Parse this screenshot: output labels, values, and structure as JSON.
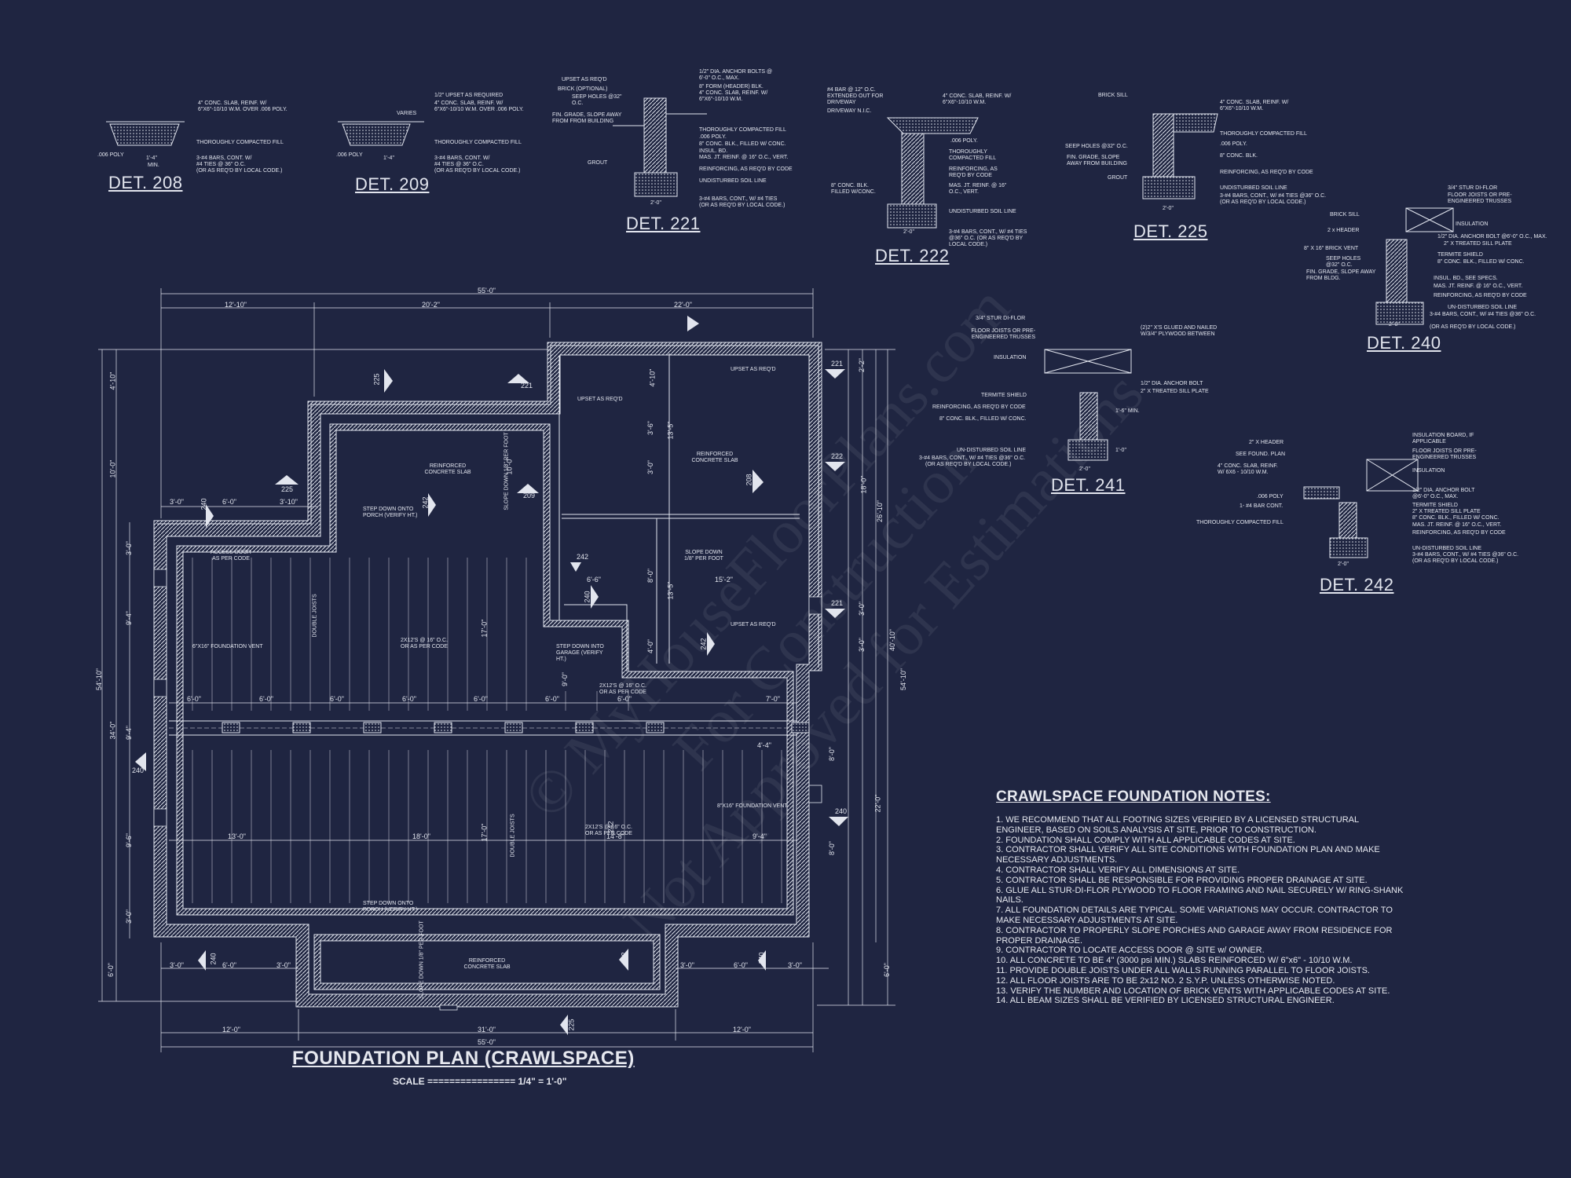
{
  "colors": {
    "background": "#1f2541",
    "lines": "#e2e5ee"
  },
  "watermark": [
    "© MyHouseFloorPlans.com",
    "For Construction",
    "Not Approved for Estimations"
  ],
  "details": [
    {
      "id": "det208",
      "title": "DET. 208",
      "notes": [
        "4\" CONC. SLAB, REINF. W/",
        "6\"X6\"-10/10 W.M. OVER .006 POLY.",
        "THOROUGHLY COMPACTED FILL",
        "3-#4 BARS, CONT. W/",
        "#4 TIES @ 36\" O.C.",
        "(OR AS REQ'D BY LOCAL CODE.)",
        ".006 POLY",
        "1'-4\"",
        "MIN."
      ]
    },
    {
      "id": "det209",
      "title": "DET. 209",
      "notes": [
        "1/2\" UPSET AS REQUIRED",
        "4\" CONC. SLAB, REINF. W/",
        "6\"X6\"-10/10 W.M. OVER .006 POLY.",
        "VARIES",
        "THOROUGHLY COMPACTED FILL",
        "3-#4 BARS, CONT. W/",
        "#4 TIES @ 36\" O.C.",
        "(OR AS REQ'D BY LOCAL CODE.)",
        ".006 POLY",
        "1'-4\""
      ]
    },
    {
      "id": "det221",
      "title": "DET. 221",
      "notes": [
        "UPSET AS REQ'D",
        "BRICK (OPTIONAL)",
        "SEEP HOLES @32\" O.C.",
        "FIN. GRADE, SLOPE AWAY FROM FROM BUILDING",
        "GROUT",
        "1/2\" DIA. ANCHOR BOLTS @ 6'-0\" O.C., MAX.",
        "8\" FORM (HEADER) BLK.",
        "4\" CONC. SLAB, REINF. W/ 6\"X6\"-10/10 W.M.",
        "THOROUGHLY COMPACTED FILL",
        ".006 POLY.",
        "8\" CONC. BLK., FILLED W/ CONC.",
        "INSUL. BD.",
        "MAS. JT. REINF. @ 16\" O.C., VERT.",
        "REINFORCING, AS REQ'D BY CODE",
        "UNDISTURBED SOIL LINE",
        "3-#4 BARS, CONT., W/ #4 TIES",
        "(OR AS REQ'D BY LOCAL CODE.)",
        "2'-0\""
      ]
    },
    {
      "id": "det222",
      "title": "DET. 222",
      "notes": [
        "#4 BAR @ 12\" O.C. EXTENDED OUT FOR DRIVEWAY",
        "DRIVEWAY N.I.C.",
        "4\" CONC. SLAB, REINF. W/ 6\"X6\"-10/10 W.M.",
        ".006 POLY.",
        "THOROUGHLY COMPACTED FILL",
        "REINFORCING, AS REQ'D BY CODE",
        "MAS. JT. REINF. @ 16\" O.C., VERT.",
        "8\" CONC. BLK. FILLED W/CONC.",
        "UNDISTURBED SOIL LINE",
        "3-#4 BARS, CONT., W/ #4 TIES @36\" O.C. (OR AS REQ'D BY LOCAL CODE.)",
        "2'-0\""
      ]
    },
    {
      "id": "det225",
      "title": "DET. 225",
      "notes": [
        "BRICK SILL",
        "4\" CONC. SLAB, REINF. W/ 6\"X6\"-10/10 W.M.",
        "THOROUGHLY COMPACTED FILL",
        ".006 POLY.",
        "8\" CONC. BLK.",
        "SEEP HOLES @32\" O.C.",
        "FIN. GRADE, SLOPE AWAY FROM BUILDING",
        "GROUT",
        "REINFORCING, AS REQ'D BY CODE",
        "UNDISTURBED SOIL LINE",
        "3-#4 BARS, CONT., W/ #4 TIES @36\" O.C.",
        "(OR AS REQ'D BY LOCAL CODE.)",
        "2'-0\""
      ]
    },
    {
      "id": "det240",
      "title": "DET. 240",
      "notes": [
        "3/4\" STUR DI-FLOR",
        "FLOOR JOISTS OR PRE-ENGINEERED TRUSSES",
        "BRICK SILL",
        "INSULATION",
        "2 x HEADER",
        "1/2\" DIA. ANCHOR BOLT @6'-0\" O.C., MAX.",
        "2\" X TREATED SILL PLATE",
        "8\" X 16\" BRICK VENT",
        "TERMITE SHIELD",
        "8\" CONC. BLK., FILLED W/ CONC.",
        "SEEP HOLES @32\" O.C.",
        "FIN. GRADE, SLOPE AWAY FROM BLDG.",
        "INSUL. BD., SEE SPECS.",
        "MAS. JT. REINF. @ 16\" O.C., VERT.",
        "REINFORCING, AS REQ'D BY CODE",
        "UN-DISTURBED SOIL LINE",
        "3-#4 BARS, CONT., W/ #4 TIES @36\" O.C.",
        "(OR AS REQ'D BY LOCAL CODE.)",
        "2'-0\""
      ]
    },
    {
      "id": "det241",
      "title": "DET. 241",
      "notes": [
        "3/4\" STUR DI-FLOR",
        "FLOOR JOISTS OR PRE-ENGINEERED TRUSSES",
        "(2)2\" X'S GLUED AND NAILED W/3/4\" PLYWOOD BETWEEN",
        "INSULATION",
        "1/2\" DIA. ANCHOR BOLT",
        "2\" X TREATED SILL PLATE",
        "TERMITE SHIELD",
        "REINFORCING, AS REQ'D BY CODE",
        "8\" CONC. BLK., FILLED W/ CONC.",
        "1'-6\" MIN.",
        "UN-DISTURBED SOIL LINE",
        "3-#4 BARS, CONT., W/ #4 TIES @36\" O.C.",
        "(OR AS REQ'D BY LOCAL CODE.)",
        "2'-0\"",
        "1'-0\""
      ]
    },
    {
      "id": "det242",
      "title": "DET. 242",
      "notes": [
        "2\" X HEADER",
        "SEE FOUND. PLAN",
        "4\" CONC. SLAB, REINF. W/ 6X6 - 10/10 W.M.",
        ".006 POLY",
        "1- #4 BAR CONT.",
        "THOROUGHLY COMPACTED FILL",
        "INSULATION BOARD, IF APPLICABLE",
        "FLOOR JOISTS OR PRE-ENGINEERED TRUSSES",
        "INSULATION",
        "1/2\" DIA. ANCHOR BOLT @6'-0\" O.C., MAX.",
        "TERMITE SHIELD",
        "2\" X TREATED SILL PLATE",
        "8\" CONC. BLK., FILLED W/ CONC.",
        "MAS. JT. REINF. @ 16\" O.C., VERT.",
        "REINFORCING, AS REQ'D BY CODE",
        "UN-DISTURBED SOIL LINE",
        "3-#4 BARS, CONT., W/ #4 TIES @36\" O.C.",
        "(OR AS REQ'D BY LOCAL CODE.)",
        "2'-0\""
      ]
    }
  ],
  "plan": {
    "title": "FOUNDATION PLAN (CRAWLSPACE)",
    "scale": "SCALE ================ 1/4\" = 1'-0\"",
    "dims_top": [
      "55'-0\"",
      "12'-10\"",
      "20'-2\"",
      "22'-0\""
    ],
    "dims_bottom": [
      "12'-0\"",
      "31'-0\"",
      "12'-0\"",
      "55'-0\""
    ],
    "dims_left": [
      "4'-10\"",
      "10'-0\"",
      "54'-10\"",
      "3'-0\"",
      "9'-4\"",
      "34'-0\"",
      "9'-4\"",
      "9'-6\"",
      "3'-0\"",
      "6'-0\""
    ],
    "dims_right": [
      "2'-2\"",
      "18'-0\"",
      "26'-10\"",
      "40'-10\"",
      "54'-10\"",
      "3'-0\"",
      "3'-0\"",
      "22'-0\"",
      "8'-0\"",
      "8'-0\"",
      "6'-0\""
    ],
    "dims_interior": [
      "3'-0\"",
      "6'-0\"",
      "3'-10\"",
      "6'-0\"",
      "6'-0\"",
      "6'-0\"",
      "6'-0\"",
      "6'-0\"",
      "6'-0\"",
      "6'-0\"",
      "7'-0\"",
      "4'-4\"",
      "13'-0\"",
      "18'-0\"",
      "14'-8\"",
      "9'-4\"",
      "6'-6\"",
      "15'-2\"",
      "4'-10\"",
      "13'-5\"",
      "3'-6\"",
      "3'-0\"",
      "8'-0\"",
      "13'-5\"",
      "4'-0\"",
      "17'-0\"",
      "17'-0\"",
      "10'-0\"",
      "9'-0\"",
      "3'-0\"",
      "6'-0\"",
      "3'-0\"",
      "3'-0\"",
      "6'-0\"",
      "3'-0\""
    ],
    "notes": [
      "UPSET AS REQ'D",
      "UPSET AS REQ'D",
      "REINFORCED CONCRETE SLAB",
      "SLOPE DOWN 1/8\" PER FOOT",
      "REINFORCED CONCRETE SLAB",
      "STEP DOWN ONTO PORCH (VERIFY HT.)",
      "ACCESS DOOR AS PER CODE",
      "SLOPE DOWN 1/8\" PER FOOT",
      "6\"X16\" FOUNDATION VENT",
      "2X12'S @ 16\" O.C. OR AS PER CODE",
      "DOUBLE JOISTS",
      "STEP DOWN INTO GARAGE (VERIFY HT.)",
      "2X12'S @ 16\" O.C. OR AS PER CODE",
      "UPSET AS REQ'D",
      "8\"X16\" FOUNDATION VENT",
      "2X12'S @ 16\" O.C. OR AS PER CODE",
      "DOUBLE JOISTS",
      "STEP DOWN ONTO PORCH (VERIFY HT.)",
      "SLOPE DOWN 1/8\" PER FOOT",
      "REINFORCED CONCRETE SLAB"
    ],
    "section_tags": [
      "225",
      "221",
      "221",
      "222",
      "225",
      "240",
      "209",
      "242",
      "208",
      "242",
      "240",
      "242",
      "221",
      "242",
      "240",
      "240",
      "240",
      "242",
      "225",
      "240"
    ]
  },
  "notes_block": {
    "title": "CRAWLSPACE FOUNDATION NOTES:",
    "items": [
      "1.  WE RECOMMEND THAT ALL FOOTING SIZES  VERIFIED BY A  LICENSED STRUCTURAL ENGINEER,  BASED ON SOILS  ANALYSIS  AT SITE, PRIOR TO       CONSTRUCTION.",
      "2.  FOUNDATION SHALL COMPLY WITH ALL  APPLICABLE CODES  AT  SITE.",
      "3.  CONTRACTOR SHALL VERIFY ALL SITE  CONDITIONS WITH FOUNDATION PLAN AND MAKE NECESSARY ADJUSTMENTS.",
      "4.  CONTRACTOR SHALL VERIFY ALL DIMENSIONS  AT SITE.",
      "5.  CONTRACTOR SHALL BE RESPONSIBLE FOR  PROVIDING PROPER DRAINAGE AT SITE.",
      "6.  GLUE ALL STUR-DI-FLOR PLYWOOD  TO FLOOR  FRAMING AND  NAIL SECURELY W/ RING-SHANK  NAILS.",
      "7.  ALL FOUNDATION DETAILS ARE TYPICAL.  SOME VARIATIONS MAY OCCUR.  CONTRACTOR TO MAKE       NECESSARY ADJUSTMENTS AT SITE.",
      "8.  CONTRACTOR TO PROPERLY SLOPE PORCHES  AND GARAGE AWAY FROM RESIDENCE FOR PROPER DRAINAGE.",
      "9.  CONTRACTOR TO LOCATE ACCESS DOOR @  SITE w/ OWNER.",
      "10.  ALL CONCRETE TO BE 4\" (3000 psi MIN.) SLABS       REINFORCED W/ 6\"x6\" - 10/10 W.M.",
      "11.  PROVIDE DOUBLE JOISTS UNDER ALL WALLS  RUNNING PARALLEL TO FLOOR JOISTS.",
      "12.  ALL FLOOR JOISTS ARE TO BE 2x12 NO. 2 S.Y.P.  UNLESS OTHERWISE NOTED.",
      "13.  VERIFY THE NUMBER AND LOCATION OF BRICK  VENTS WITH APPLICABLE CODES AT SITE.",
      "14.  ALL BEAM SIZES SHALL BE VERIFIED BY  LICENSED STRUCTURAL ENGINEER."
    ]
  }
}
